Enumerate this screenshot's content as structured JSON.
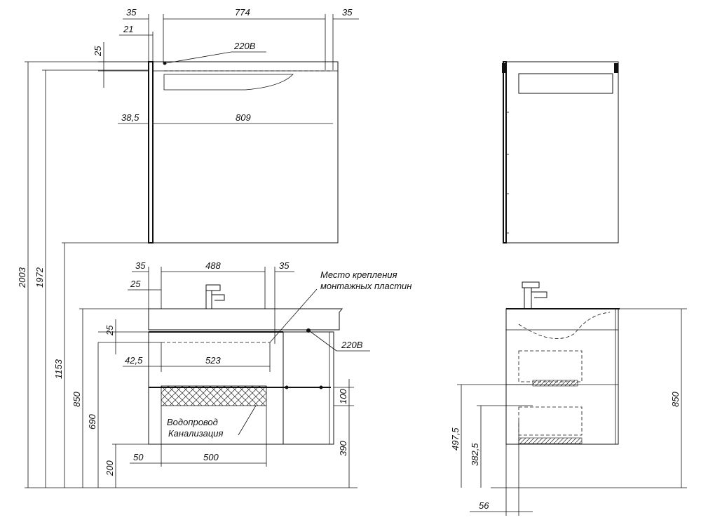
{
  "dimensions": {
    "top_left_margin": "35",
    "top_width": "774",
    "top_right_margin": "35",
    "top_offset": "21",
    "top_height_small": "25",
    "mirror_left": "38,5",
    "mirror_width": "809",
    "vanity_left_margin": "35",
    "vanity_width": "488",
    "vanity_right_margin": "35",
    "vanity_inner_offset": "25",
    "vanity_plate_height": "25",
    "vanity_plate_left": "42,5",
    "vanity_plate_width": "523",
    "water_left": "50",
    "water_width": "500",
    "total_height": "2003",
    "height_1972": "1972",
    "height_1153": "1153",
    "height_850": "850",
    "height_690": "690",
    "height_200": "200",
    "height_100": "100",
    "height_390": "390",
    "side_height_850": "850",
    "side_height_497": "497,5",
    "side_height_382": "382,5",
    "side_depth_56": "56"
  },
  "labels": {
    "voltage_top": "220В",
    "voltage_vanity": "220В",
    "mounting_line1": "Место крепления",
    "mounting_line2": "монтажных пластин",
    "water_supply": "Водопровод",
    "sewage": "Канализация"
  }
}
